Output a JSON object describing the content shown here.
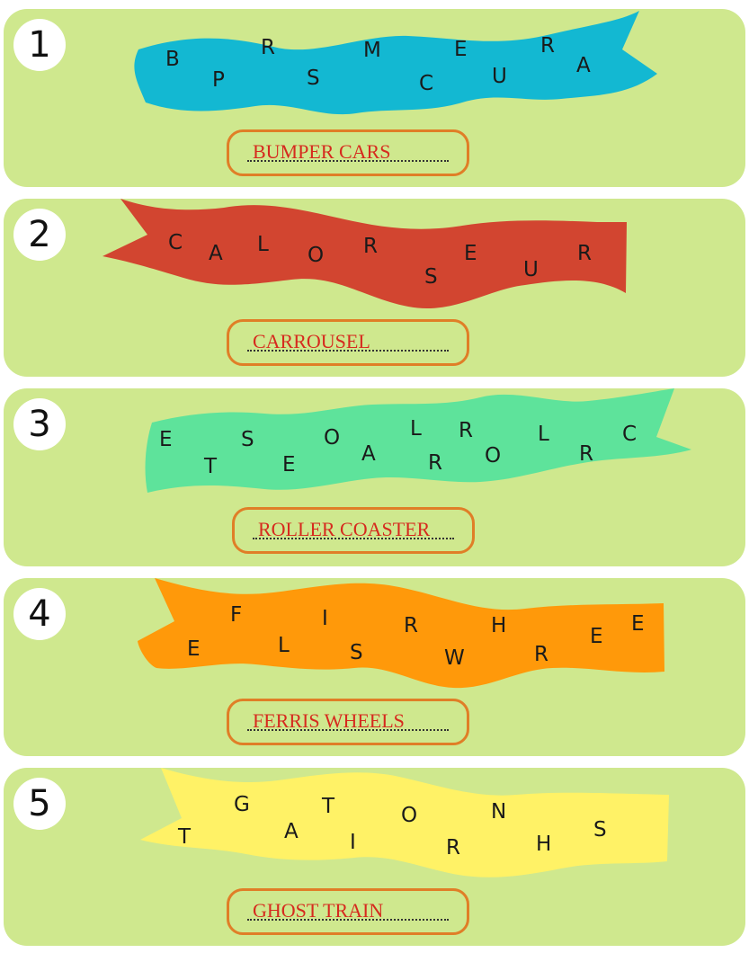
{
  "puzzles": [
    {
      "number": "1",
      "color": "#13b8d2",
      "letters": [
        "B",
        "P",
        "R",
        "S",
        "M",
        "C",
        "E",
        "U",
        "R",
        "A"
      ],
      "answer": "BUMPER CARS"
    },
    {
      "number": "2",
      "color": "#d24530",
      "letters": [
        "C",
        "A",
        "L",
        "O",
        "R",
        "S",
        "E",
        "U",
        "R"
      ],
      "answer": "CARROUSEL"
    },
    {
      "number": "3",
      "color": "#5ee39b",
      "letters": [
        "E",
        "T",
        "S",
        "E",
        "O",
        "A",
        "L",
        "R",
        "R",
        "O",
        "L",
        "R",
        "C"
      ],
      "answer": "ROLLER COASTER"
    },
    {
      "number": "4",
      "color": "#ff990a",
      "letters": [
        "E",
        "F",
        "L",
        "I",
        "S",
        "R",
        "W",
        "H",
        "R",
        "E",
        "E"
      ],
      "answer": "FERRIS WHEELS"
    },
    {
      "number": "5",
      "color": "#fff266",
      "letters": [
        "T",
        "G",
        "A",
        "T",
        "I",
        "O",
        "R",
        "N",
        "H",
        "S"
      ],
      "answer": "GHOST TRAIN"
    }
  ]
}
